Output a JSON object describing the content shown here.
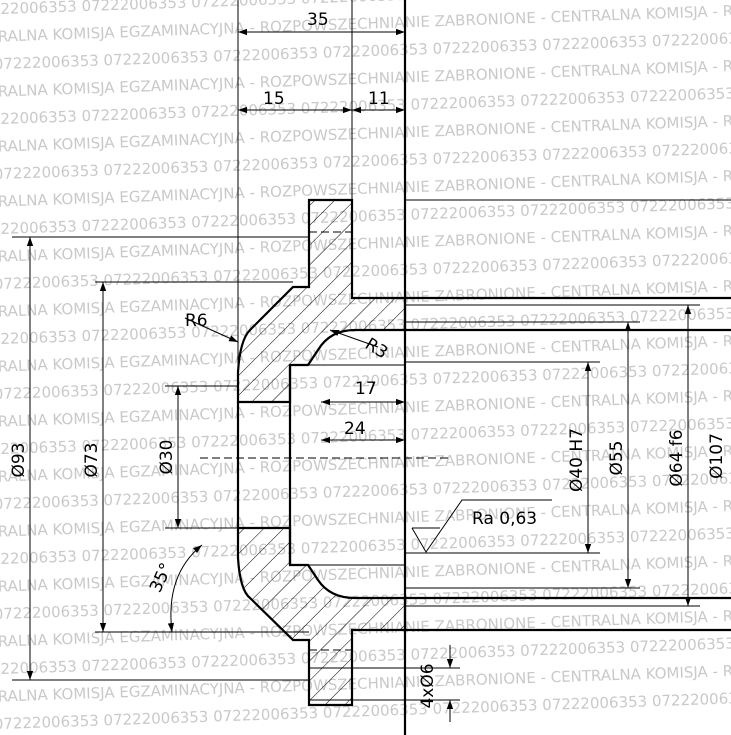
{
  "watermark": {
    "number": "07222006353",
    "notice": "RALNA KOMISJA EGZAMINACYJNA - ROZPOWSZECHNIANIE ZABRONIONE - CENTRALNA KOMISJA"
  },
  "dimensions": {
    "d35": "35",
    "d15": "15",
    "d11": "11",
    "d17": "17",
    "d24": "24",
    "r6": "R6",
    "r3": "R3",
    "dia93": "Ø93",
    "dia73": "Ø73",
    "dia30": "Ø30",
    "dia40": "Ø40 H7",
    "dia55": "Ø55",
    "dia64": "Ø64 f6",
    "dia107": "Ø107",
    "angle": "35°",
    "holes": "4xØ6",
    "roughness": "Ra 0,63"
  }
}
